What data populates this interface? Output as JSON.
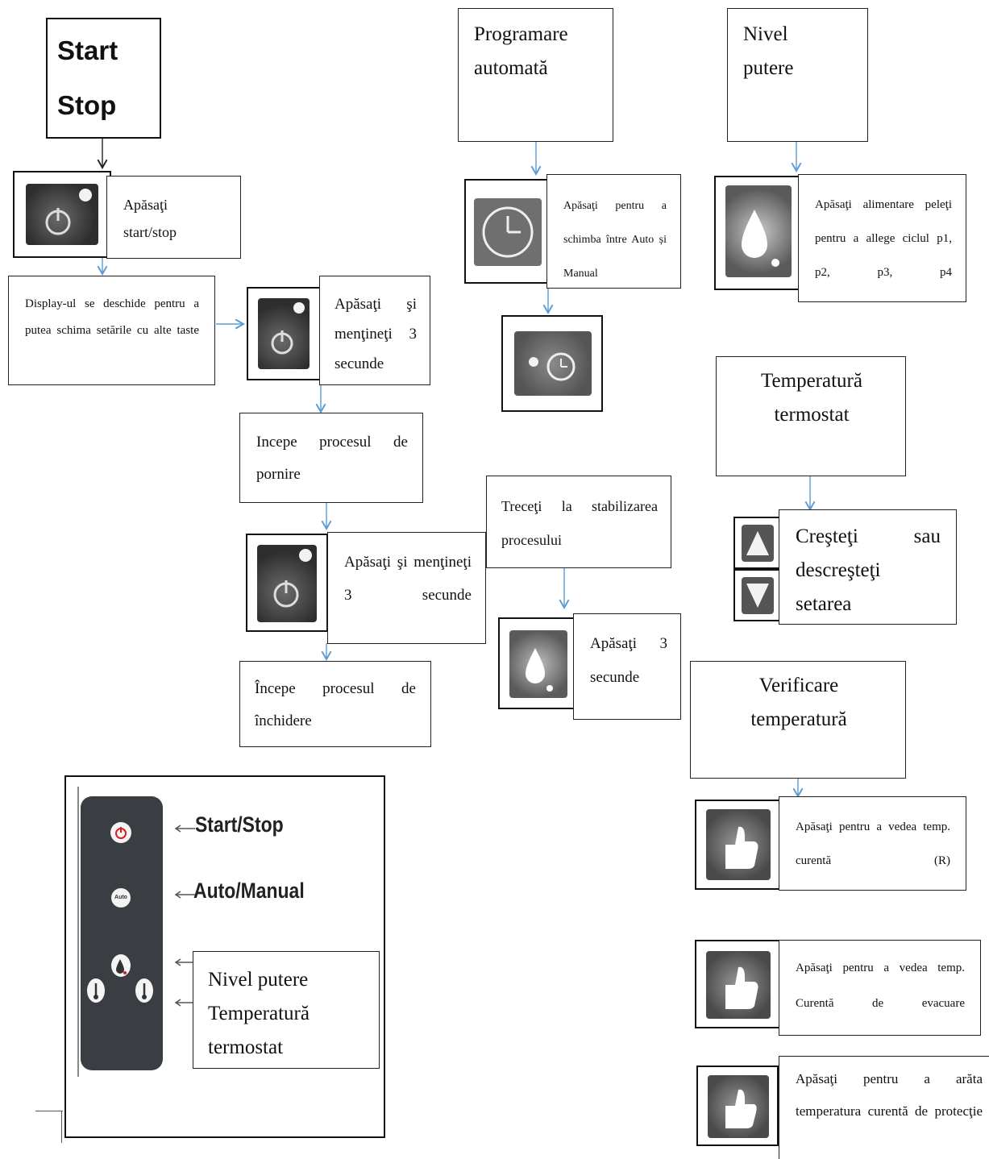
{
  "start_stop": {
    "title_line1": "Start",
    "title_line2": "Stop",
    "press_text": "Apăsaţi start/stop"
  },
  "display_opens": {
    "text": "Display-ul se deschide pentru a putea schima setările cu alte taste"
  },
  "hold_3s_a": {
    "text": "Apăsaţi şi menţineţi 3 secunde"
  },
  "start_process": {
    "text": "Incepe procesul de pornire"
  },
  "hold_3s_b": {
    "text": "Apăsaţi şi menţineţi 3 secunde"
  },
  "close_process": {
    "text": "Începe procesul de închidere"
  },
  "stabilize": {
    "text": "Treceţi la stabilizarea procesului"
  },
  "press_3s": {
    "text": "Apăsaţi 3 secunde"
  },
  "auto_prog": {
    "title_line1": "Programare",
    "title_line2": "automată",
    "press_text": "Apăsaţi pentru a schimba între Auto și Manual"
  },
  "power_level": {
    "title_line1": "Nivel",
    "title_line2": "putere",
    "press_text": "Apăsaţi alimentare peleţi pentru a allege ciclul p1, p2, p3, p4"
  },
  "thermostat": {
    "title_line1": "Temperatură",
    "title_line2": "termostat",
    "press_text": "Creşteţi sau descreşteţi setarea"
  },
  "temp_check": {
    "title_line1": "Verificare",
    "title_line2": "temperatură",
    "item1": "Apăsaţi pentru a vedea temp. curentă (R)",
    "item2": "Apăsaţi pentru a vedea temp. Curentă de evacuare",
    "item3": "Apăsaţi pentru a arăta temperatura curentă de protecţie"
  },
  "panel": {
    "label_start_stop": "Start/Stop",
    "label_auto_manual": "Auto/Manual",
    "label_level_line1": "Nivel putere",
    "label_level_line2": "Temperatură termostat"
  }
}
